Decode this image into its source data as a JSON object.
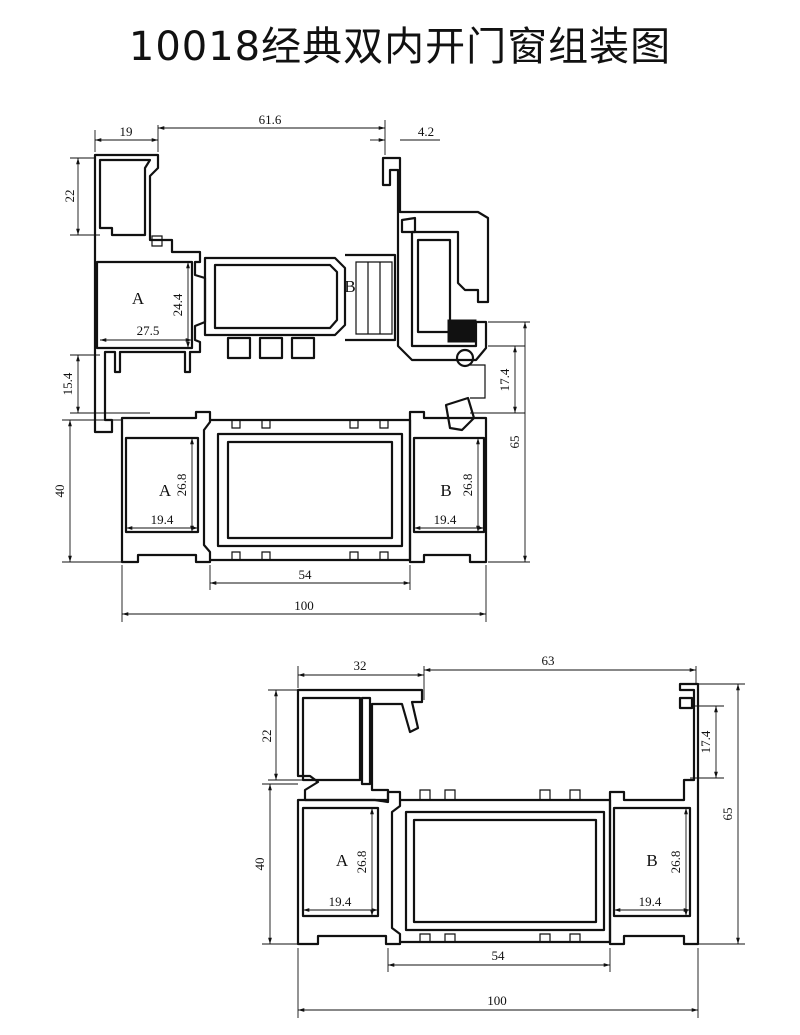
{
  "title": "10018经典双内开门窗组装图",
  "top_drawing": {
    "dims": {
      "d19": "19",
      "d61_6": "61.6",
      "d4_2": "4.2",
      "d22": "22",
      "d24_4": "24.4",
      "d27_5": "27.5",
      "d15_4": "15.4",
      "d17_4": "17.4",
      "d65": "65",
      "d40": "40",
      "d26_8a": "26.8",
      "d26_8b": "26.8",
      "d19_4a": "19.4",
      "d19_4b": "19.4",
      "d54": "54",
      "d100": "100"
    },
    "labels": {
      "sash_a": "A",
      "sash_b": "B",
      "frame_a": "A",
      "frame_b": "B"
    }
  },
  "bottom_drawing": {
    "dims": {
      "d32": "32",
      "d63": "63",
      "d22": "22",
      "d17_4": "17.4",
      "d65": "65",
      "d40": "40",
      "d26_8a": "26.8",
      "d26_8b": "26.8",
      "d19_4a": "19.4",
      "d19_4b": "19.4",
      "d54": "54",
      "d100": "100"
    },
    "labels": {
      "frame_a": "A",
      "frame_b": "B"
    }
  }
}
